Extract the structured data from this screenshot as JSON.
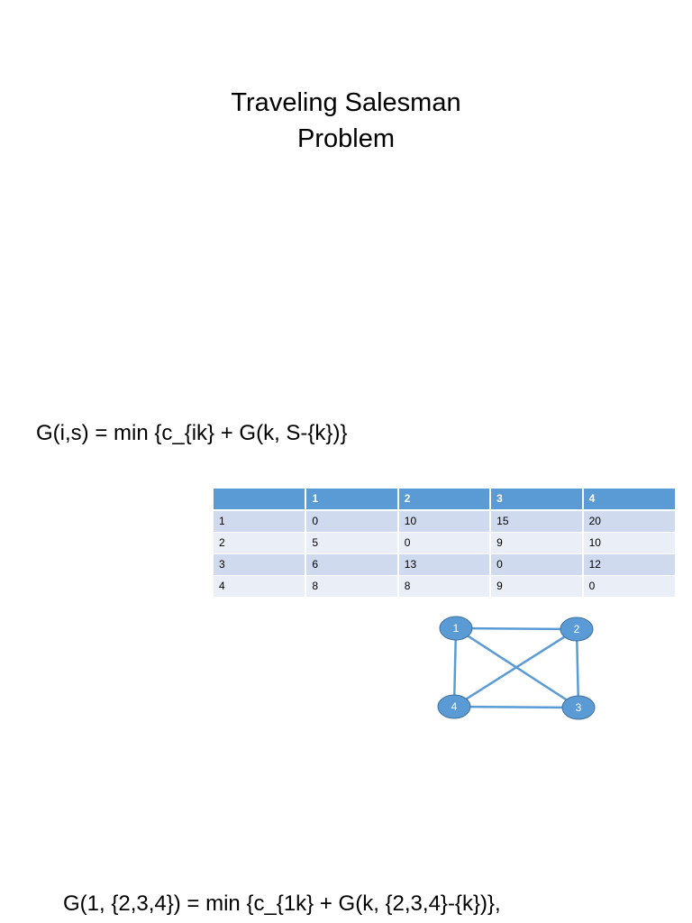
{
  "title": {
    "line1": "Traveling Salesman",
    "line2": "Problem"
  },
  "formula_general": "G(i,s) = min {c_{ik} + G(k, S-{k})}",
  "cost_table": {
    "headers": [
      "",
      "1",
      "2",
      "3",
      "4"
    ],
    "rows": [
      [
        "1",
        "0",
        "10",
        "15",
        "20"
      ],
      [
        "2",
        "5",
        "0",
        "9",
        "10"
      ],
      [
        "3",
        "6",
        "13",
        "0",
        "12"
      ],
      [
        "4",
        "8",
        "8",
        "9",
        "0"
      ]
    ]
  },
  "graph": {
    "node_color": "#5b9bd5",
    "edge_color": "#5b9bd5",
    "nodes": [
      "1",
      "2",
      "3",
      "4"
    ],
    "edges": [
      [
        "1",
        "2"
      ],
      [
        "1",
        "3"
      ],
      [
        "1",
        "4"
      ],
      [
        "2",
        "3"
      ],
      [
        "2",
        "4"
      ],
      [
        "3",
        "4"
      ]
    ]
  },
  "formula_start": "G(1, {2,3,4}) = min {c_{1k} + G(k, {2,3,4}-{k})},"
}
